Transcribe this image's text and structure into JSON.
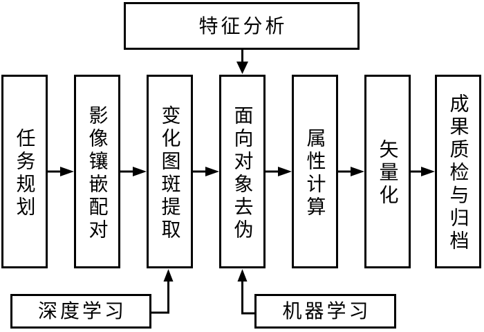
{
  "diagram": {
    "top_box": {
      "label": "特征分析"
    },
    "flow_steps": [
      {
        "label": "任务规划"
      },
      {
        "label": "影像镶嵌配对"
      },
      {
        "label": "变化图斑提取"
      },
      {
        "label": "面向对象去伪"
      },
      {
        "label": "属性计算"
      },
      {
        "label": "矢量化"
      },
      {
        "label": "成果质检与归档"
      }
    ],
    "support_boxes": [
      {
        "label": "深度学习"
      },
      {
        "label": "机器学习"
      }
    ],
    "connections": [
      {
        "from": "任务规划",
        "to": "影像镶嵌配对"
      },
      {
        "from": "影像镶嵌配对",
        "to": "变化图斑提取"
      },
      {
        "from": "变化图斑提取",
        "to": "面向对象去伪"
      },
      {
        "from": "面向对象去伪",
        "to": "属性计算"
      },
      {
        "from": "属性计算",
        "to": "矢量化"
      },
      {
        "from": "矢量化",
        "to": "成果质检与归档"
      },
      {
        "from": "特征分析",
        "to": "面向对象去伪"
      },
      {
        "from": "深度学习",
        "to": "变化图斑提取"
      },
      {
        "from": "机器学习",
        "to": "面向对象去伪"
      }
    ],
    "colors": {
      "line": "#000000",
      "box_fill": "#ffffff",
      "text": "#000000",
      "background": "#ffffff"
    }
  }
}
